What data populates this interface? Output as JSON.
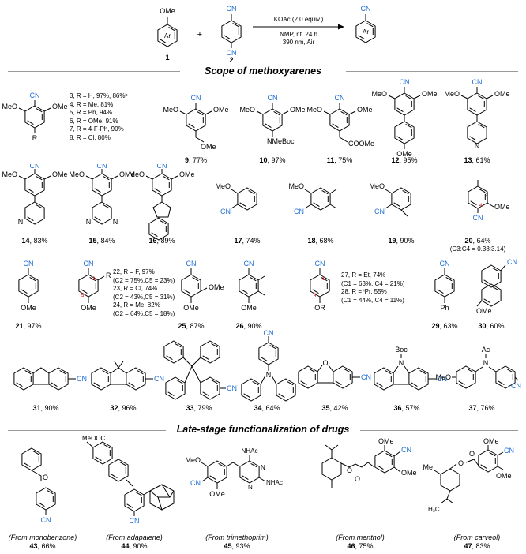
{
  "reaction": {
    "reactant1_label": "OMe",
    "reactant1_ring": "Ar",
    "reactant1_id": "1",
    "plus": "+",
    "reactant2_top": "CN",
    "reactant2_bottom": "CN",
    "reactant2_id": "2",
    "conditions_top": "KOAc (2.0 equiv.)",
    "conditions_line2": "NMP, r.t. 24 h",
    "conditions_line3": "390 nm, Air",
    "product_label": "CN",
    "product_ring": "Ar"
  },
  "sections": {
    "scope_title": "Scope of methoxyarenes",
    "late_title": "Late-stage functionalization of drugs"
  },
  "atoms": {
    "cn": "CN",
    "ome": "OMe",
    "meo": "MeO",
    "r": "R",
    "n": "N",
    "o": "O",
    "me": "Me",
    "ph": "Ph",
    "or": "OR",
    "boc": "Boc",
    "ac": "Ac",
    "nmeboc": "NMeBoc",
    "coome": "COOMe",
    "meooc": "MeOOC",
    "nhac": "NHAc",
    "h2c": "H₂C",
    "pos1": "1",
    "pos2": "2",
    "pos3": "3",
    "pos4": "4",
    "pos5": "5"
  },
  "r_list_3_8": [
    "3, R = H, 97%, 86%ᵇ",
    "4, R = Me, 81%",
    "5, R = Ph, 94%",
    "6, R = OMe, 91%",
    "7, R = 4-F-Ph, 90%",
    "8, R = Cl, 80%"
  ],
  "r_list_22_24": [
    "22, R = F, 97%",
    "(C2 = 75%,C5 = 23%)",
    "23, R = Cl, 74%",
    "(C2 = 43%,C5 = 31%)",
    "24, R = Me, 82%",
    "(C2 = 64%,C5 = 18%)"
  ],
  "r_list_27_28": [
    "27, R = Et, 74%",
    "(C1 = 63%, C4 = 21%)",
    "28, R = ⁱPr, 55%",
    "(C1 = 44%, C4 = 11%)"
  ],
  "compounds": [
    {
      "id": "9",
      "yield": ", 77%"
    },
    {
      "id": "10",
      "yield": ", 97%"
    },
    {
      "id": "11",
      "yield": ", 75%"
    },
    {
      "id": "12",
      "yield": ", 95%"
    },
    {
      "id": "13",
      "yield": ", 61%"
    },
    {
      "id": "14",
      "yield": ", 83%"
    },
    {
      "id": "15",
      "yield": ", 84%"
    },
    {
      "id": "16",
      "yield": ", 89%"
    },
    {
      "id": "17",
      "yield": ", 74%"
    },
    {
      "id": "18",
      "yield": ", 68%"
    },
    {
      "id": "19",
      "yield": ", 90%"
    },
    {
      "id": "20",
      "yield": ", 64%",
      "note": "(C3:C4 = 0.38:3.14)"
    },
    {
      "id": "21",
      "yield": ", 97%"
    },
    {
      "id": "25",
      "yield": ", 87%"
    },
    {
      "id": "26",
      "yield": ", 90%"
    },
    {
      "id": "29",
      "yield": ", 63%"
    },
    {
      "id": "30",
      "yield": ", 60%"
    },
    {
      "id": "31",
      "yield": ", 90%"
    },
    {
      "id": "32",
      "yield": ", 96%"
    },
    {
      "id": "33",
      "yield": ", 79%"
    },
    {
      "id": "34",
      "yield": ", 64%"
    },
    {
      "id": "35",
      "yield": ", 42%"
    },
    {
      "id": "36",
      "yield": ", 57%"
    },
    {
      "id": "37",
      "yield": ", 76%"
    }
  ],
  "drugs": [
    {
      "source": "(From monobenzone)",
      "id": "43",
      "yield": ", 66%"
    },
    {
      "source": "(From adapalene)",
      "id": "44",
      "yield": ", 90%"
    },
    {
      "source": "(From trimethoprim)",
      "id": "45",
      "yield": ", 93%"
    },
    {
      "source": "(From menthol)",
      "id": "46",
      "yield": ", 75%"
    },
    {
      "source": "(From carveol)",
      "id": "47",
      "yield": ", 83%"
    }
  ],
  "colors": {
    "cyano": "#1f6fd6",
    "rule": "#9a9a9a",
    "ink": "#000000"
  }
}
